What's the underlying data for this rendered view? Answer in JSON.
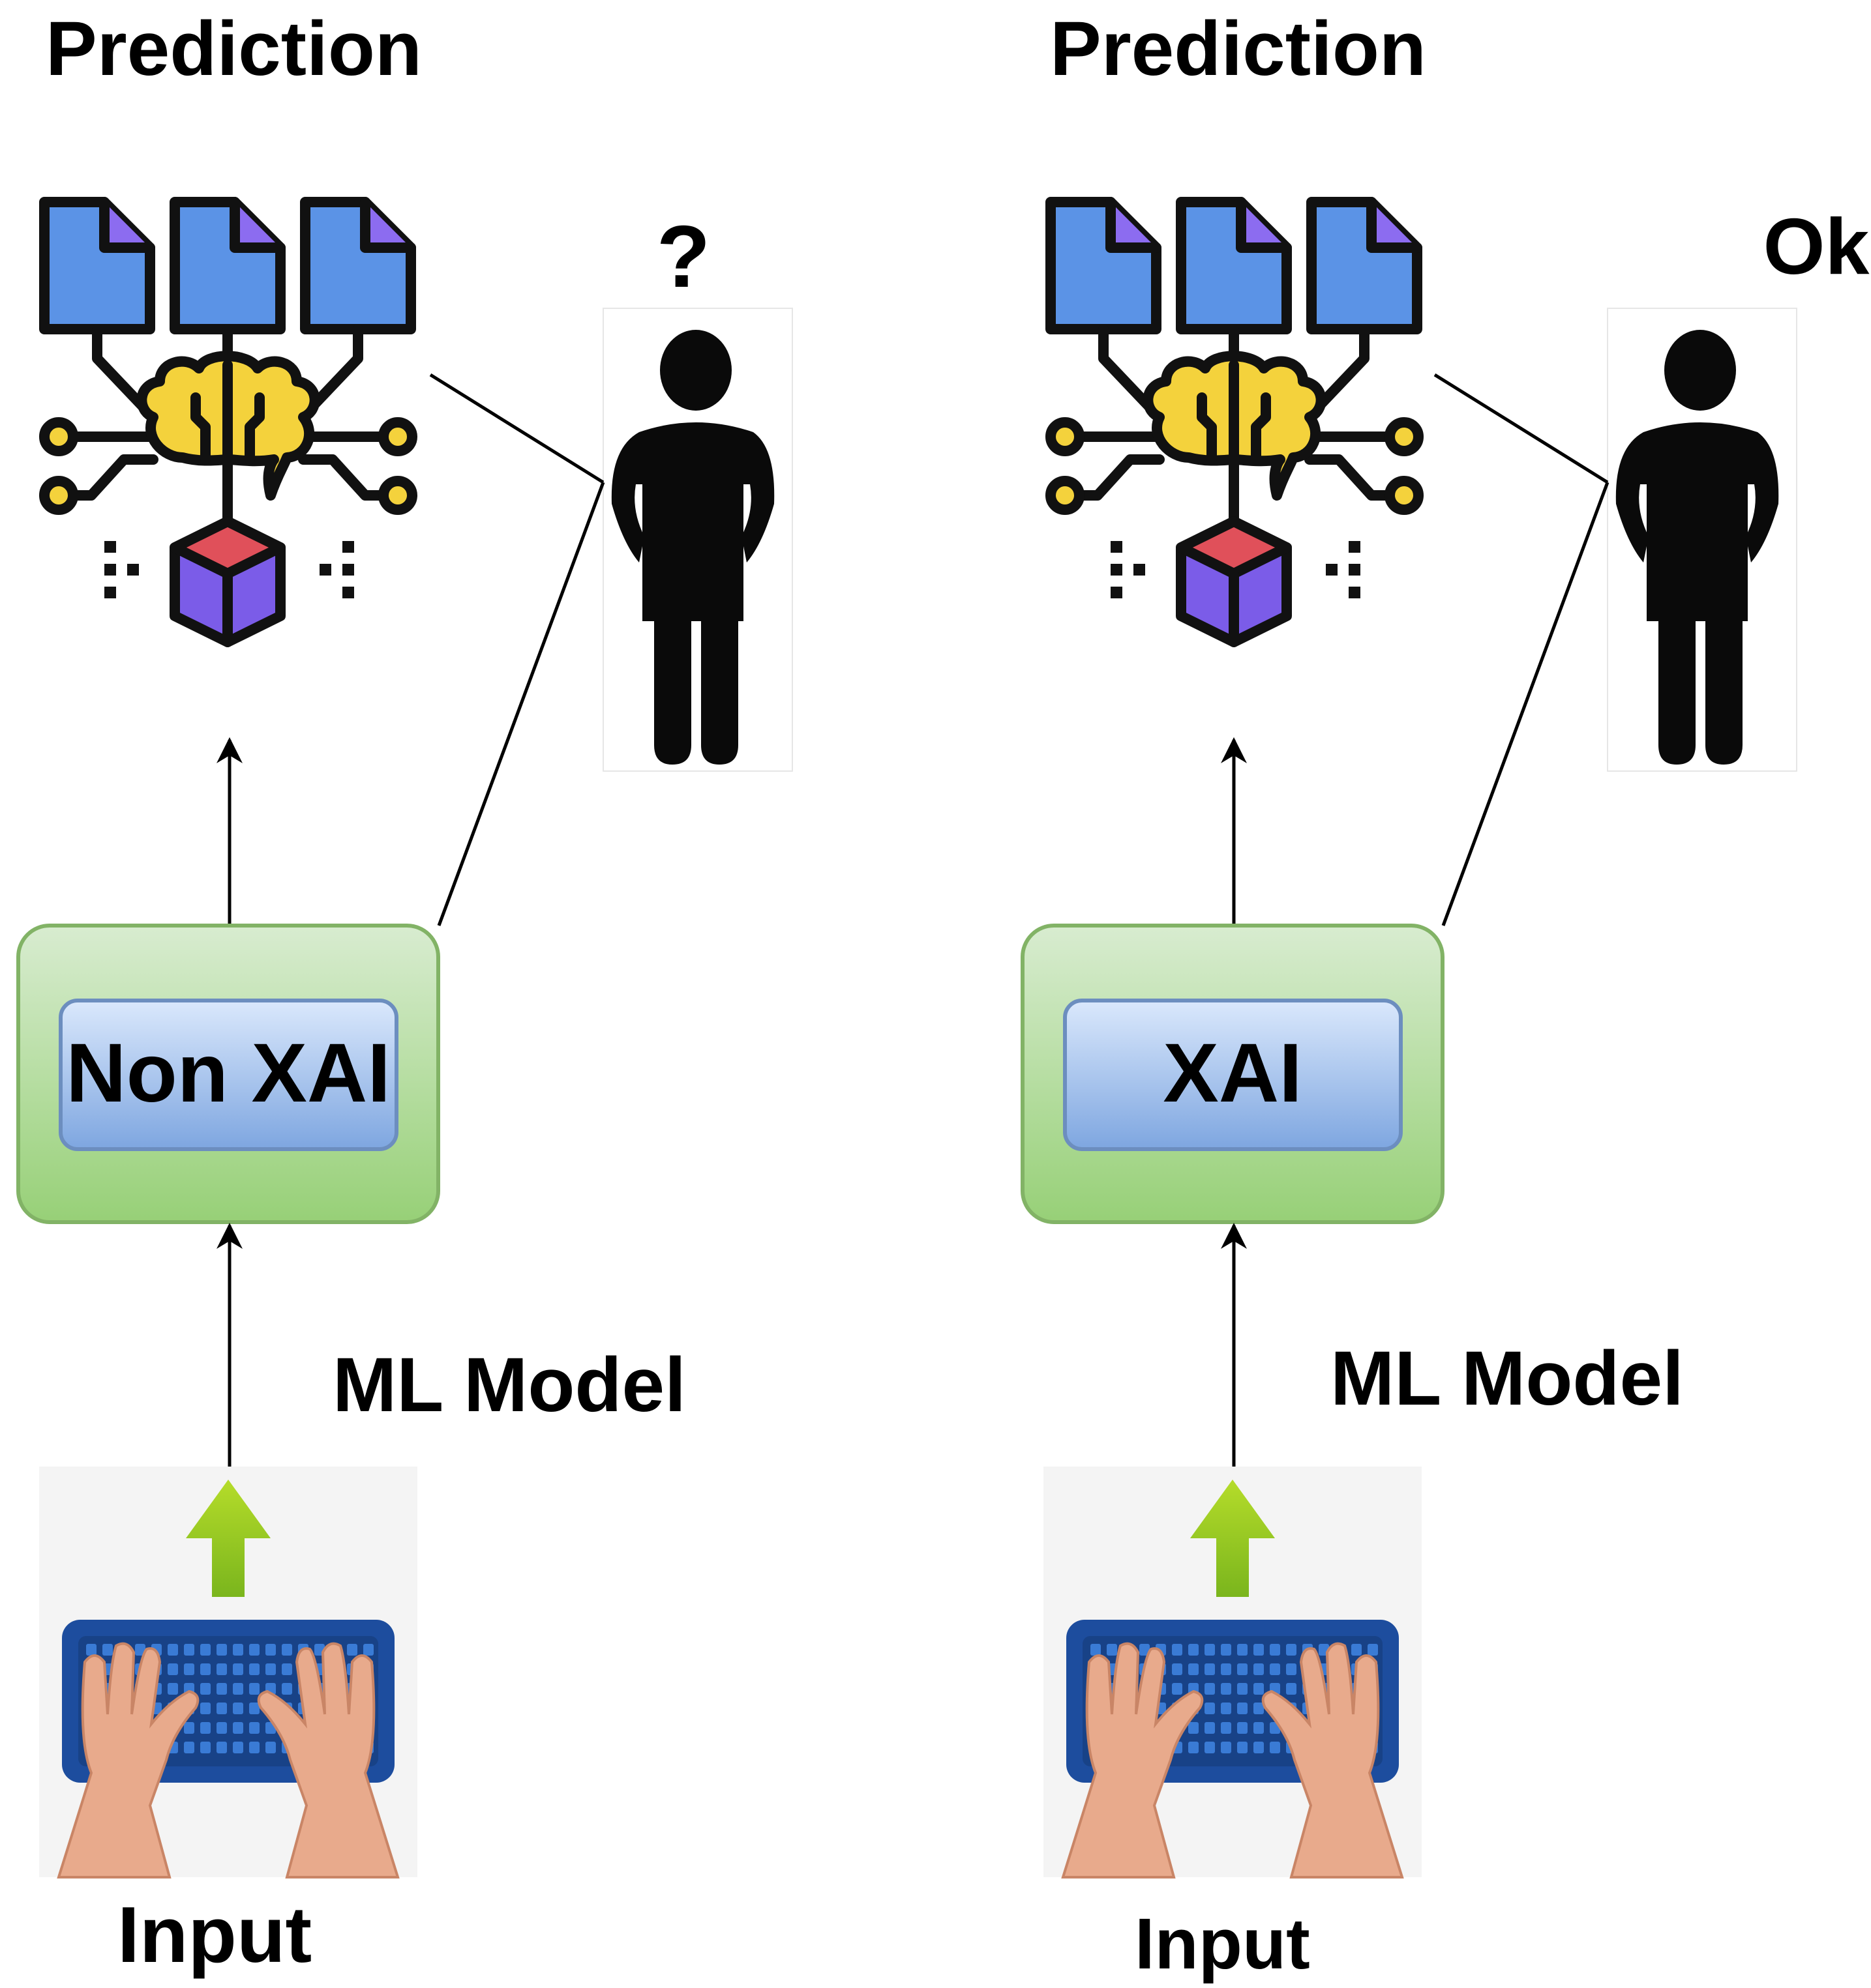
{
  "panels": [
    {
      "id": "left",
      "prediction_label": "Prediction",
      "reaction_label": "?",
      "model_label": "Non XAI",
      "ml_model_label": "ML Model",
      "input_label": "Input"
    },
    {
      "id": "right",
      "prediction_label": "Prediction",
      "reaction_label": "Ok",
      "model_label": "XAI",
      "ml_model_label": "ML Model",
      "input_label": "Input"
    }
  ],
  "icons": {
    "prediction": "ai-brain-documents-icon",
    "user": "person-icon",
    "input": "keyboard-typing-icon"
  },
  "colors": {
    "document_fill": "#5B93E6",
    "brain_fill": "#F4D23C",
    "cube_top": "#E0505A",
    "cube_side": "#7B5CE8",
    "outer_box_top": "#D8ECD0",
    "outer_box_bottom": "#97D077",
    "outer_box_border": "#82B366",
    "inner_box_top": "#DAE8FC",
    "inner_box_bottom": "#7EA6E0",
    "inner_box_border": "#6C8EBF",
    "keyboard": "#1D4D9E",
    "arrow_green": "#8CC21E",
    "hand": "#E8AA8C"
  }
}
